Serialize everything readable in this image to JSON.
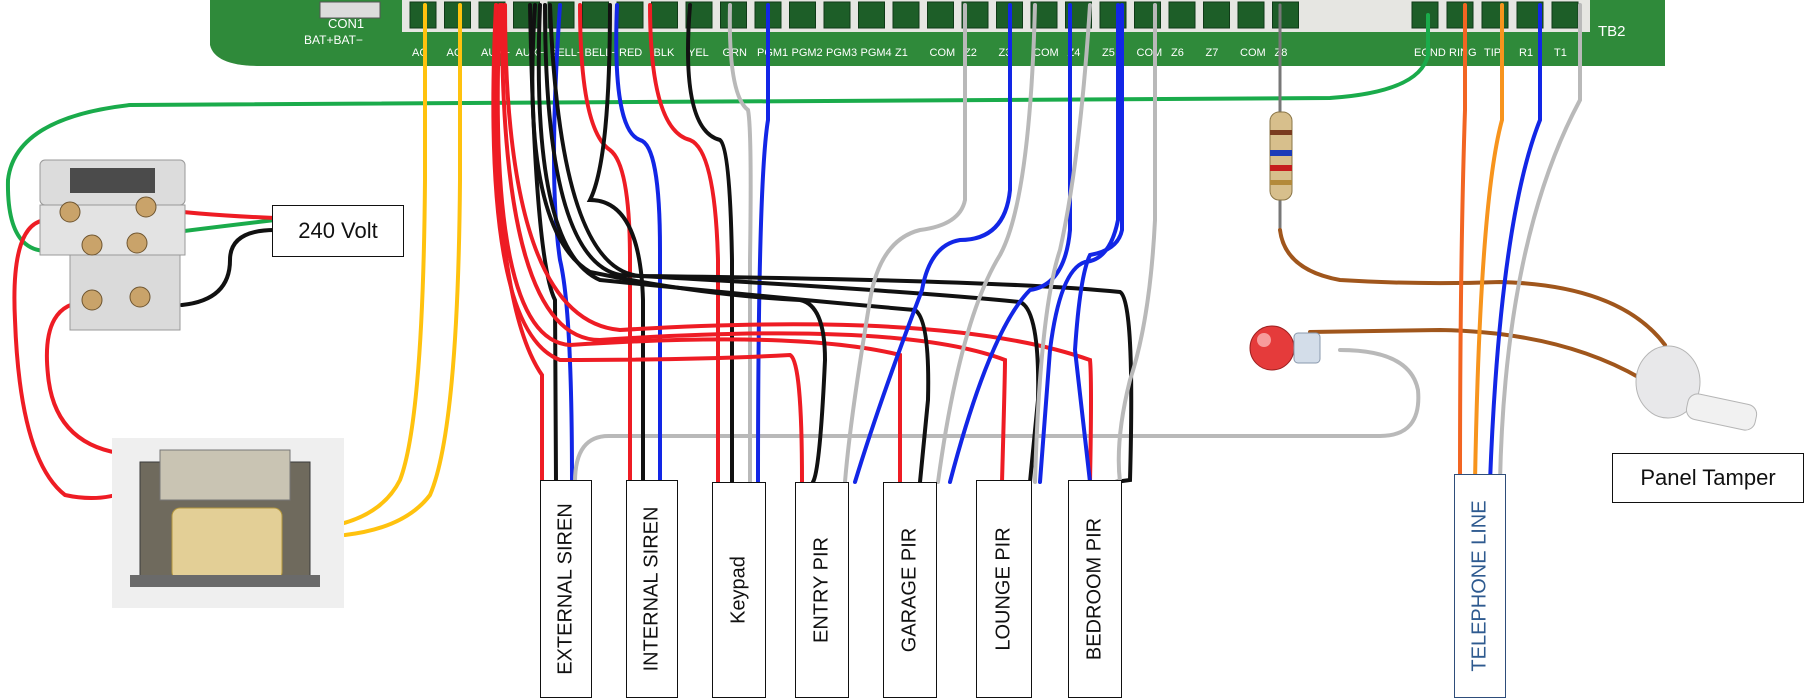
{
  "board": {
    "connector_left": "CON1",
    "battery_label": "BAT+BAT−",
    "connector_right": "TB2",
    "terminal_labels": [
      "AC",
      "AC",
      "AUX+",
      "AUX−",
      "BELL+",
      "BELL−",
      "RED",
      "BLK",
      "YEL",
      "GRN",
      "PGM1",
      "PGM2",
      "PGM3",
      "PGM4",
      "Z1",
      "COM",
      "Z2",
      "Z3",
      "COM",
      "Z4",
      "Z5",
      "COM",
      "Z6",
      "Z7",
      "COM",
      "Z8",
      "EGND",
      "RING",
      "TIP",
      "R1",
      "T1"
    ],
    "color": "#2f8a3a"
  },
  "labels": {
    "mains": "240 Volt",
    "panel_tamper": "Panel Tamper",
    "external_siren": "EXTERNAL SIREN",
    "internal_siren": "INTERNAL SIREN",
    "keypad": "Keypad",
    "entry_pir": "ENTRY PIR",
    "garage_pir": "GARAGE PIR",
    "lounge_pir": "LOUNGE PIR",
    "bedroom_pir": "BEDROOM PIR",
    "telephone_line": "TELEPHONE LINE"
  },
  "wire_colors": {
    "red": "#ee1c24",
    "black": "#111111",
    "blue": "#1226e6",
    "white": "#b9b9b9",
    "yellow": "#ffc20e",
    "green": "#1aab4b",
    "orange": "#f26522",
    "amber": "#f7941d",
    "brown": "#a0561c"
  }
}
